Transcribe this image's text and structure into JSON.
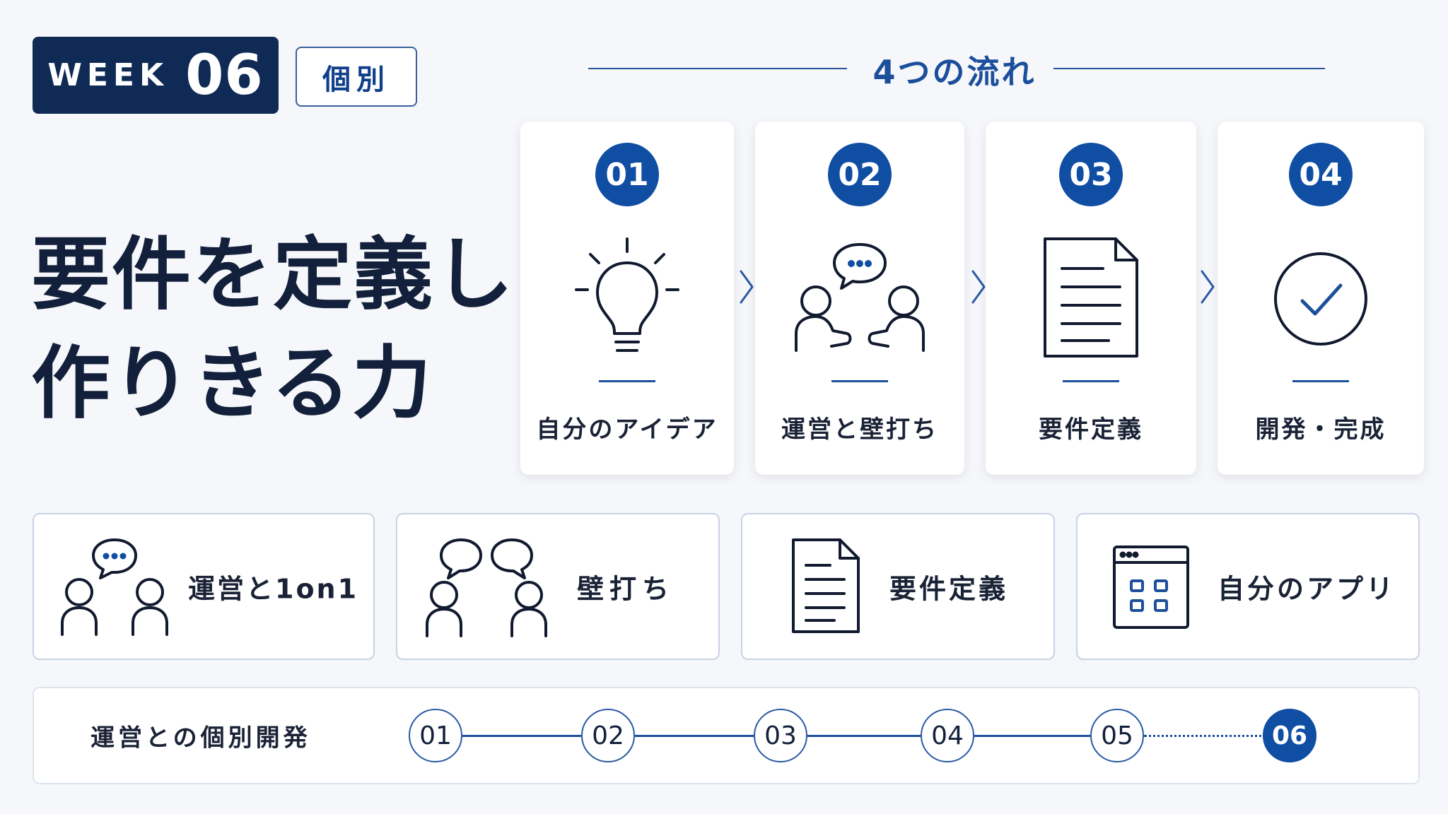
{
  "header": {
    "week_label": "WEEK",
    "week_number": "06",
    "mode_badge": "個別"
  },
  "title": {
    "line1": "要件を定義し",
    "line2": "作りきる力"
  },
  "flow": {
    "heading": "4つの流れ",
    "steps": [
      {
        "number": "01",
        "label": "自分のアイデア",
        "icon": "lightbulb-icon"
      },
      {
        "number": "02",
        "label": "運営と壁打ち",
        "icon": "discussion-icon"
      },
      {
        "number": "03",
        "label": "要件定義",
        "icon": "document-icon"
      },
      {
        "number": "04",
        "label": "開発・完成",
        "icon": "check-circle-icon"
      }
    ]
  },
  "items": [
    {
      "label": "運営と1on1",
      "icon": "one-on-one-icon"
    },
    {
      "label": "壁打ち",
      "icon": "conversation-icon"
    },
    {
      "label": "要件定義",
      "icon": "document-icon"
    },
    {
      "label": "自分のアプリ",
      "icon": "app-window-icon"
    }
  ],
  "timeline": {
    "label": "運営との個別開発",
    "nodes": [
      "01",
      "02",
      "03",
      "04",
      "05",
      "06"
    ],
    "current": "06"
  },
  "colors": {
    "navy": "#0f2a55",
    "accent_blue": "#0f4ea3",
    "line_blue": "#1d4f9b",
    "background": "#f6f7fa"
  }
}
